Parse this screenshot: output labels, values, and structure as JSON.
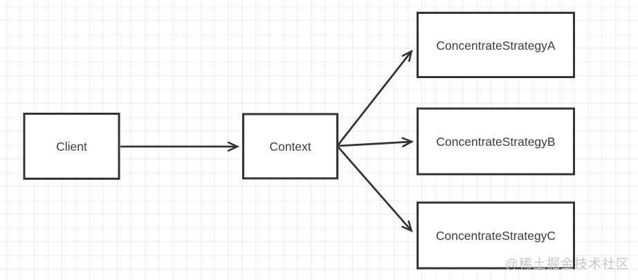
{
  "diagram": {
    "type": "flowchart",
    "nodes": [
      {
        "id": "client",
        "label": "Client"
      },
      {
        "id": "context",
        "label": "Context"
      },
      {
        "id": "strategyA",
        "label": "ConcentrateStrategyA"
      },
      {
        "id": "strategyB",
        "label": "ConcentrateStrategyB"
      },
      {
        "id": "strategyC",
        "label": "ConcentrateStrategyC"
      }
    ],
    "edges": [
      {
        "from": "Client",
        "to": "Context",
        "arrow": "end"
      },
      {
        "from": "Context",
        "to": "ConcentrateStrategyA",
        "arrow": "end"
      },
      {
        "from": "Context",
        "to": "ConcentrateStrategyB",
        "arrow": "end"
      },
      {
        "from": "Context",
        "to": "ConcentrateStrategyC",
        "arrow": "end"
      }
    ]
  },
  "watermark": {
    "text": "@稀土掘金技术社区"
  },
  "colors": {
    "stroke": "#333333",
    "node_fill": "#ffffff",
    "text": "#3d3d3d",
    "grid": "#ededed",
    "background": "#ffffff",
    "watermark": "#c7c7c7"
  }
}
